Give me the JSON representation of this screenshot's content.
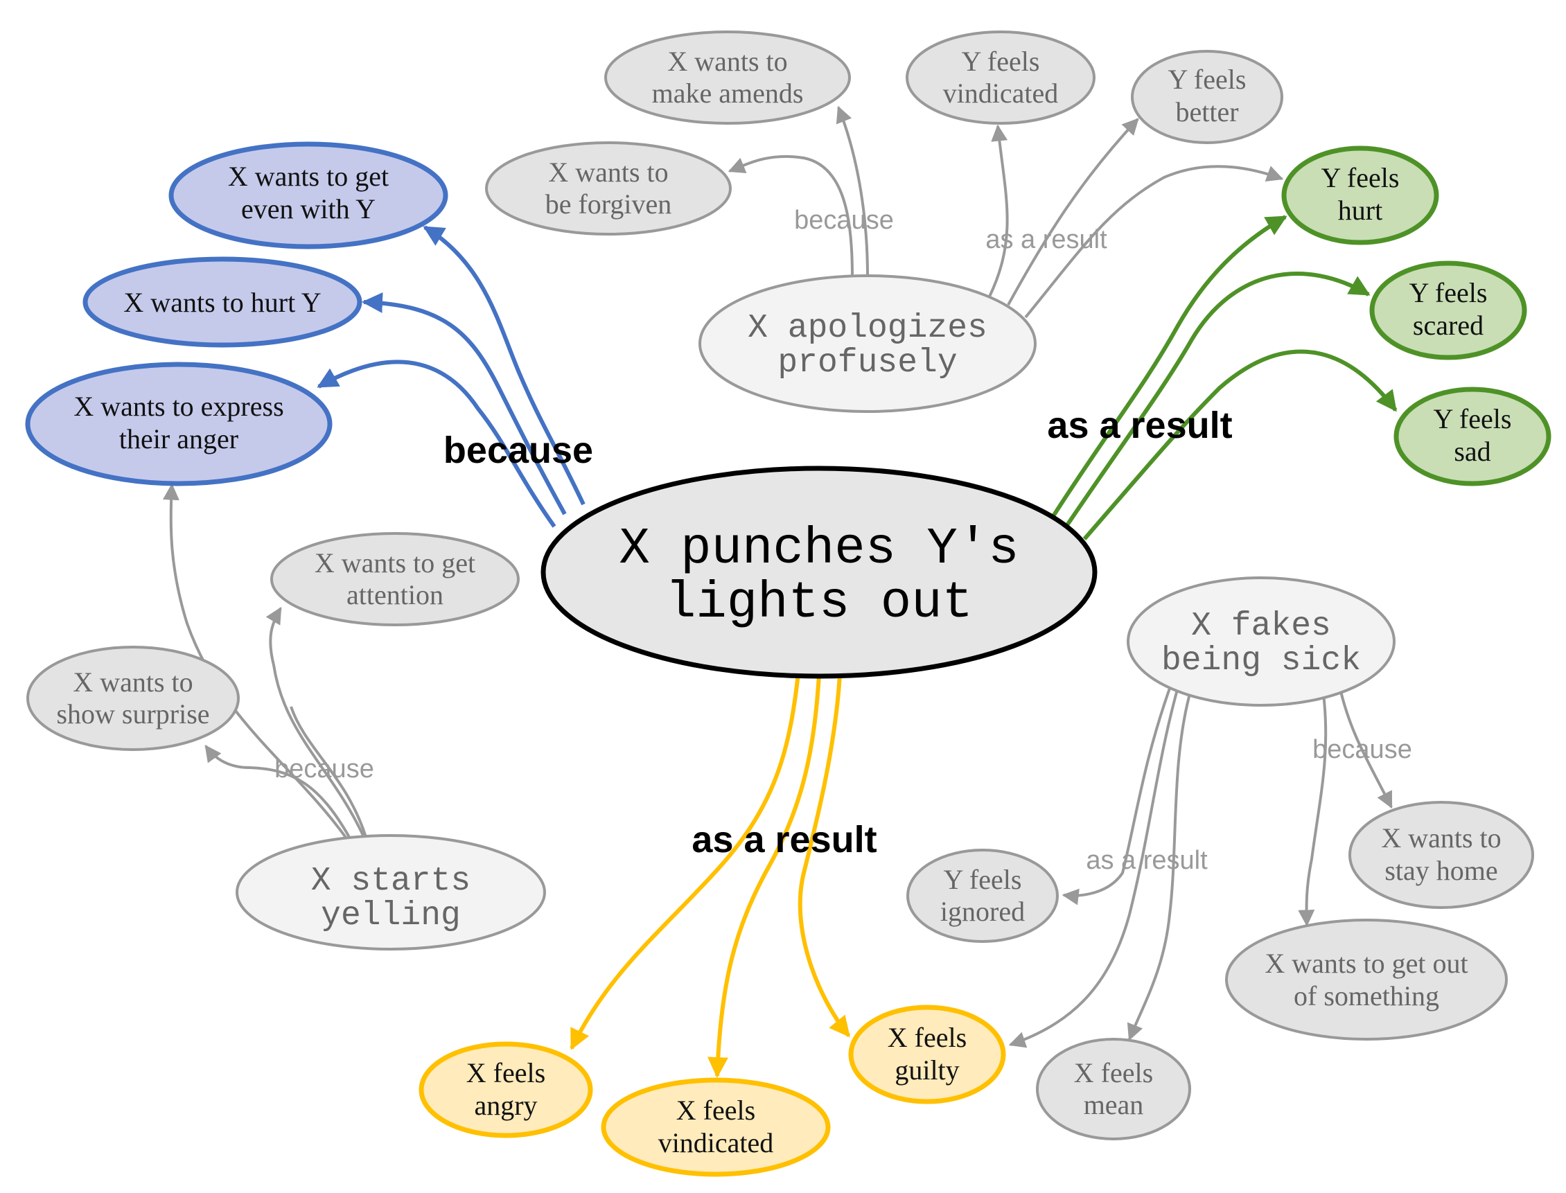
{
  "colors": {
    "blue_stroke": "#4472C4",
    "blue_fill": "#C5CAEB",
    "green_stroke": "#4E9227",
    "green_fill": "#C9DEB5",
    "yellow_stroke": "#FFC000",
    "yellow_fill": "#FFEBBB",
    "gray_stroke": "#999999",
    "gray_fill": "#E3E3E3",
    "light_fill": "#F3F3F3",
    "central_fill": "#E6E6E6",
    "dark_text": "#111111",
    "gray_text": "#666666",
    "edge_label_gray": "#999999"
  },
  "central": {
    "lines": [
      "X punches Y's",
      "lights out"
    ]
  },
  "nodes": {
    "x_wants_get_even": {
      "lines": [
        "X wants to get",
        "even with Y"
      ]
    },
    "x_wants_hurt_y": {
      "lines": [
        "X wants to hurt Y"
      ]
    },
    "x_wants_express_anger": {
      "lines": [
        "X wants to express",
        "their anger"
      ]
    },
    "y_feels_hurt": {
      "lines": [
        "Y feels",
        "hurt"
      ]
    },
    "y_feels_scared": {
      "lines": [
        "Y feels",
        "scared"
      ]
    },
    "y_feels_sad": {
      "lines": [
        "Y feels",
        "sad"
      ]
    },
    "x_feels_angry": {
      "lines": [
        "X feels",
        "angry"
      ]
    },
    "x_feels_vindicated": {
      "lines": [
        "X feels",
        "vindicated"
      ]
    },
    "x_feels_guilty": {
      "lines": [
        "X feels",
        "guilty"
      ]
    },
    "x_apologizes": {
      "lines": [
        "X apologizes",
        "profusely"
      ]
    },
    "x_wants_make_amends": {
      "lines": [
        "X wants to",
        "make amends"
      ]
    },
    "x_wants_be_forgiven": {
      "lines": [
        "X wants to",
        "be forgiven"
      ]
    },
    "y_feels_vindicated": {
      "lines": [
        "Y feels",
        "vindicated"
      ]
    },
    "y_feels_better": {
      "lines": [
        "Y feels",
        "better"
      ]
    },
    "x_starts_yelling": {
      "lines": [
        "X starts",
        "yelling"
      ]
    },
    "x_wants_attention": {
      "lines": [
        "X wants to get",
        "attention"
      ]
    },
    "x_wants_show_surprise": {
      "lines": [
        "X wants to",
        "show surprise"
      ]
    },
    "x_fakes_sick": {
      "lines": [
        "X fakes",
        "being sick"
      ]
    },
    "y_feels_ignored": {
      "lines": [
        "Y feels",
        "ignored"
      ]
    },
    "x_wants_stay_home": {
      "lines": [
        "X wants to",
        "stay home"
      ]
    },
    "x_wants_get_out": {
      "lines": [
        "X wants to get out",
        "of something"
      ]
    },
    "x_feels_mean": {
      "lines": [
        "X feels",
        "mean"
      ]
    }
  },
  "edge_labels": {
    "main_because": "because",
    "main_result_green": "as a result",
    "main_result_yellow": "as a result",
    "apologize_because": "because",
    "apologize_result": "as a result",
    "yelling_because": "because",
    "sick_because": "because",
    "sick_result": "as a result"
  }
}
